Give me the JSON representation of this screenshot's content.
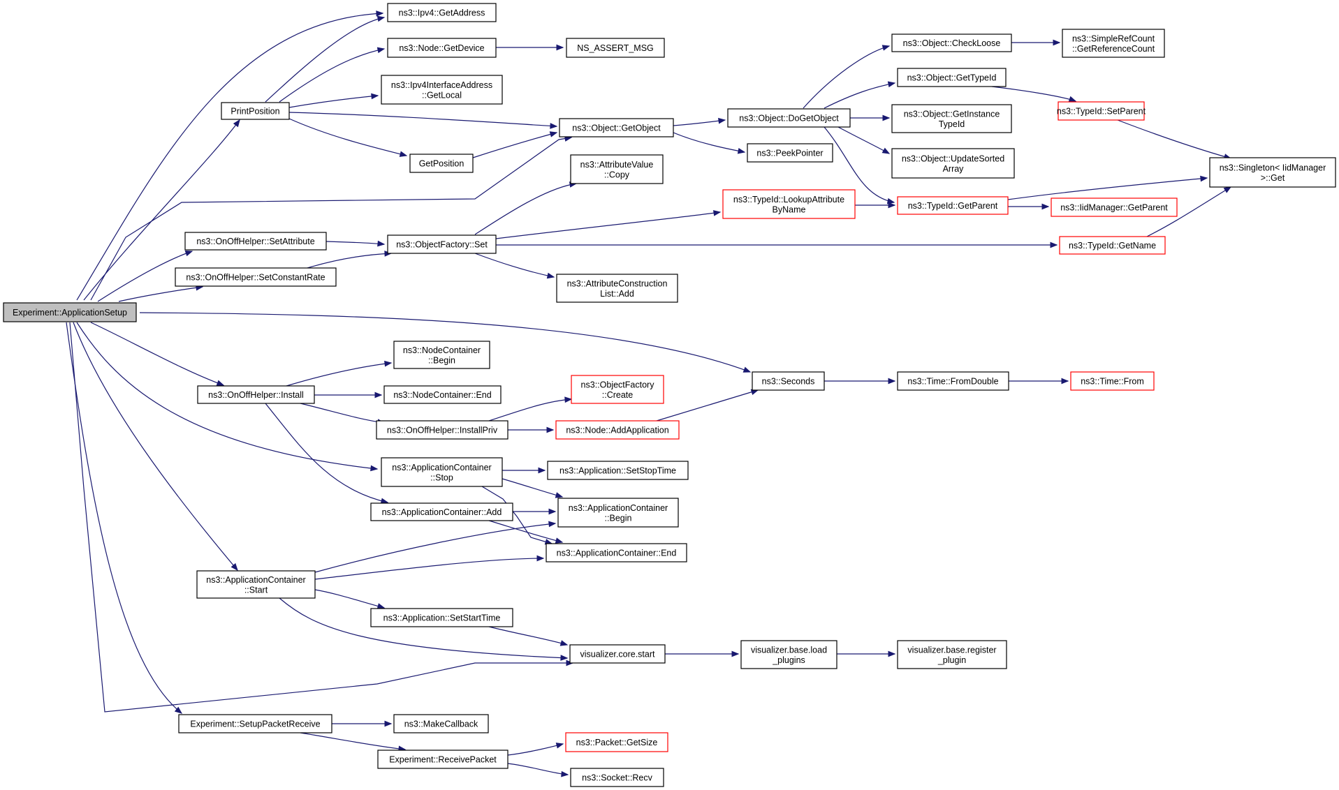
{
  "nodes": [
    {
      "id": "root",
      "lines": [
        "Experiment::ApplicationSetup"
      ],
      "style": "root"
    },
    {
      "id": "ipv4addr",
      "lines": [
        "ns3::Ipv4::GetAddress"
      ]
    },
    {
      "id": "getdevice",
      "lines": [
        "ns3::Node::GetDevice"
      ]
    },
    {
      "id": "assertmsg",
      "lines": [
        "NS_ASSERT_MSG"
      ]
    },
    {
      "id": "ipv4local",
      "lines": [
        "ns3::Ipv4InterfaceAddress",
        "::GetLocal"
      ]
    },
    {
      "id": "printpos",
      "lines": [
        "PrintPosition"
      ]
    },
    {
      "id": "getobject",
      "lines": [
        "ns3::Object::GetObject"
      ]
    },
    {
      "id": "dogetobject",
      "lines": [
        "ns3::Object::DoGetObject"
      ]
    },
    {
      "id": "checkloose",
      "lines": [
        "ns3::Object::CheckLoose"
      ]
    },
    {
      "id": "getrefcount",
      "lines": [
        "ns3::SimpleRefCount",
        "::GetReferenceCount"
      ]
    },
    {
      "id": "gettypeid",
      "lines": [
        "ns3::Object::GetTypeId"
      ]
    },
    {
      "id": "setparent",
      "lines": [
        "ns3::TypeId::SetParent"
      ],
      "style": "red"
    },
    {
      "id": "getinstance",
      "lines": [
        "ns3::Object::GetInstance",
        "TypeId"
      ]
    },
    {
      "id": "updatesorted",
      "lines": [
        "ns3::Object::UpdateSorted",
        "Array"
      ]
    },
    {
      "id": "singleton",
      "lines": [
        "ns3::Singleton< IidManager",
        " >::Get"
      ]
    },
    {
      "id": "getposition",
      "lines": [
        "GetPosition"
      ]
    },
    {
      "id": "peekpointer",
      "lines": [
        "ns3::PeekPointer"
      ]
    },
    {
      "id": "attrvalcopy",
      "lines": [
        "ns3::AttributeValue",
        "::Copy"
      ]
    },
    {
      "id": "lookupattr",
      "lines": [
        "ns3::TypeId::LookupAttribute",
        "ByName"
      ],
      "style": "red"
    },
    {
      "id": "typeidgetparent",
      "lines": [
        "ns3::TypeId::GetParent"
      ],
      "style": "red"
    },
    {
      "id": "iidgetparent",
      "lines": [
        "ns3::IidManager::GetParent"
      ],
      "style": "red"
    },
    {
      "id": "setattribute",
      "lines": [
        "ns3::OnOffHelper::SetAttribute"
      ]
    },
    {
      "id": "objfactoryset",
      "lines": [
        "ns3::ObjectFactory::Set"
      ]
    },
    {
      "id": "getname",
      "lines": [
        "ns3::TypeId::GetName"
      ],
      "style": "red"
    },
    {
      "id": "setconstrate",
      "lines": [
        "ns3::OnOffHelper::SetConstantRate"
      ]
    },
    {
      "id": "attrconstadd",
      "lines": [
        "ns3::AttributeConstruction",
        "List::Add"
      ]
    },
    {
      "id": "ncbegin",
      "lines": [
        "ns3::NodeContainer",
        "::Begin"
      ]
    },
    {
      "id": "seconds",
      "lines": [
        "ns3::Seconds"
      ]
    },
    {
      "id": "fromdouble",
      "lines": [
        "ns3::Time::FromDouble"
      ]
    },
    {
      "id": "timefrom",
      "lines": [
        "ns3::Time::From"
      ],
      "style": "red"
    },
    {
      "id": "install",
      "lines": [
        "ns3::OnOffHelper::Install"
      ]
    },
    {
      "id": "ncend",
      "lines": [
        "ns3::NodeContainer::End"
      ]
    },
    {
      "id": "ofcreate",
      "lines": [
        "ns3::ObjectFactory",
        "::Create"
      ],
      "style": "red"
    },
    {
      "id": "installpriv",
      "lines": [
        "ns3::OnOffHelper::InstallPriv"
      ]
    },
    {
      "id": "addapp",
      "lines": [
        "ns3::Node::AddApplication"
      ],
      "style": "red"
    },
    {
      "id": "acstop",
      "lines": [
        "ns3::ApplicationContainer",
        "::Stop"
      ]
    },
    {
      "id": "setstoptime",
      "lines": [
        "ns3::Application::SetStopTime"
      ]
    },
    {
      "id": "acadd",
      "lines": [
        "ns3::ApplicationContainer::Add"
      ]
    },
    {
      "id": "acbegin",
      "lines": [
        "ns3::ApplicationContainer",
        "::Begin"
      ]
    },
    {
      "id": "acend",
      "lines": [
        "ns3::ApplicationContainer::End"
      ]
    },
    {
      "id": "acstart",
      "lines": [
        "ns3::ApplicationContainer",
        "::Start"
      ]
    },
    {
      "id": "setstarttime",
      "lines": [
        "ns3::Application::SetStartTime"
      ]
    },
    {
      "id": "vizstart",
      "lines": [
        "visualizer.core.start"
      ]
    },
    {
      "id": "vizload",
      "lines": [
        "visualizer.base.load",
        "_plugins"
      ]
    },
    {
      "id": "vizregister",
      "lines": [
        "visualizer.base.register",
        "_plugin"
      ]
    },
    {
      "id": "setuprecv",
      "lines": [
        "Experiment::SetupPacketReceive"
      ]
    },
    {
      "id": "makecallback",
      "lines": [
        "ns3::MakeCallback"
      ]
    },
    {
      "id": "getsize",
      "lines": [
        "ns3::Packet::GetSize"
      ],
      "style": "red"
    },
    {
      "id": "recvpacket",
      "lines": [
        "Experiment::ReceivePacket"
      ]
    },
    {
      "id": "socketrecv",
      "lines": [
        "ns3::Socket::Recv"
      ]
    }
  ],
  "edges": [
    {
      "from": "root",
      "to": "ipv4addr"
    },
    {
      "from": "root",
      "to": "printpos"
    },
    {
      "from": "root",
      "to": "getobject"
    },
    {
      "from": "root",
      "to": "setattribute"
    },
    {
      "from": "root",
      "to": "setconstrate"
    },
    {
      "from": "root",
      "to": "seconds"
    },
    {
      "from": "root",
      "to": "install"
    },
    {
      "from": "root",
      "to": "acstop"
    },
    {
      "from": "root",
      "to": "acstart"
    },
    {
      "from": "root",
      "to": "vizstart"
    },
    {
      "from": "root",
      "to": "setuprecv"
    },
    {
      "from": "printpos",
      "to": "ipv4addr"
    },
    {
      "from": "printpos",
      "to": "getdevice"
    },
    {
      "from": "printpos",
      "to": "ipv4local"
    },
    {
      "from": "printpos",
      "to": "getobject"
    },
    {
      "from": "printpos",
      "to": "getposition"
    },
    {
      "from": "getdevice",
      "to": "assertmsg"
    },
    {
      "from": "getposition",
      "to": "getobject"
    },
    {
      "from": "getobject",
      "to": "dogetobject"
    },
    {
      "from": "getobject",
      "to": "peekpointer"
    },
    {
      "from": "dogetobject",
      "to": "checkloose"
    },
    {
      "from": "dogetobject",
      "to": "gettypeid"
    },
    {
      "from": "dogetobject",
      "to": "getinstance"
    },
    {
      "from": "dogetobject",
      "to": "updatesorted"
    },
    {
      "from": "dogetobject",
      "to": "typeidgetparent"
    },
    {
      "from": "checkloose",
      "to": "getrefcount"
    },
    {
      "from": "gettypeid",
      "to": "setparent"
    },
    {
      "from": "setparent",
      "to": "singleton"
    },
    {
      "from": "typeidgetparent",
      "to": "singleton"
    },
    {
      "from": "typeidgetparent",
      "to": "iidgetparent"
    },
    {
      "from": "getname",
      "to": "singleton"
    },
    {
      "from": "lookupattr",
      "to": "typeidgetparent"
    },
    {
      "from": "setattribute",
      "to": "objfactoryset"
    },
    {
      "from": "setconstrate",
      "to": "objfactoryset"
    },
    {
      "from": "objfactoryset",
      "to": "attrvalcopy"
    },
    {
      "from": "objfactoryset",
      "to": "lookupattr"
    },
    {
      "from": "objfactoryset",
      "to": "getname"
    },
    {
      "from": "objfactoryset",
      "to": "attrconstadd"
    },
    {
      "from": "seconds",
      "to": "fromdouble"
    },
    {
      "from": "fromdouble",
      "to": "timefrom"
    },
    {
      "from": "install",
      "to": "ncbegin"
    },
    {
      "from": "install",
      "to": "ncend"
    },
    {
      "from": "install",
      "to": "installpriv"
    },
    {
      "from": "install",
      "to": "acadd"
    },
    {
      "from": "installpriv",
      "to": "ofcreate"
    },
    {
      "from": "installpriv",
      "to": "addapp"
    },
    {
      "from": "addapp",
      "to": "seconds"
    },
    {
      "from": "acstop",
      "to": "setstoptime"
    },
    {
      "from": "acstop",
      "to": "acbegin"
    },
    {
      "from": "acstop",
      "to": "acend"
    },
    {
      "from": "acadd",
      "to": "acbegin"
    },
    {
      "from": "acadd",
      "to": "acend"
    },
    {
      "from": "acstart",
      "to": "acbegin"
    },
    {
      "from": "acstart",
      "to": "acend"
    },
    {
      "from": "acstart",
      "to": "setstarttime"
    },
    {
      "from": "acstart",
      "to": "vizstart"
    },
    {
      "from": "setstarttime",
      "to": "vizstart"
    },
    {
      "from": "vizstart",
      "to": "vizload"
    },
    {
      "from": "vizload",
      "to": "vizregister"
    },
    {
      "from": "setuprecv",
      "to": "makecallback"
    },
    {
      "from": "setuprecv",
      "to": "recvpacket"
    },
    {
      "from": "recvpacket",
      "to": "getsize"
    },
    {
      "from": "recvpacket",
      "to": "socketrecv"
    }
  ],
  "colors": {
    "edge": "#191970",
    "node_border": "#000000",
    "node_border_highlight": "#ff0000",
    "root_fill": "#bfbfbf"
  }
}
